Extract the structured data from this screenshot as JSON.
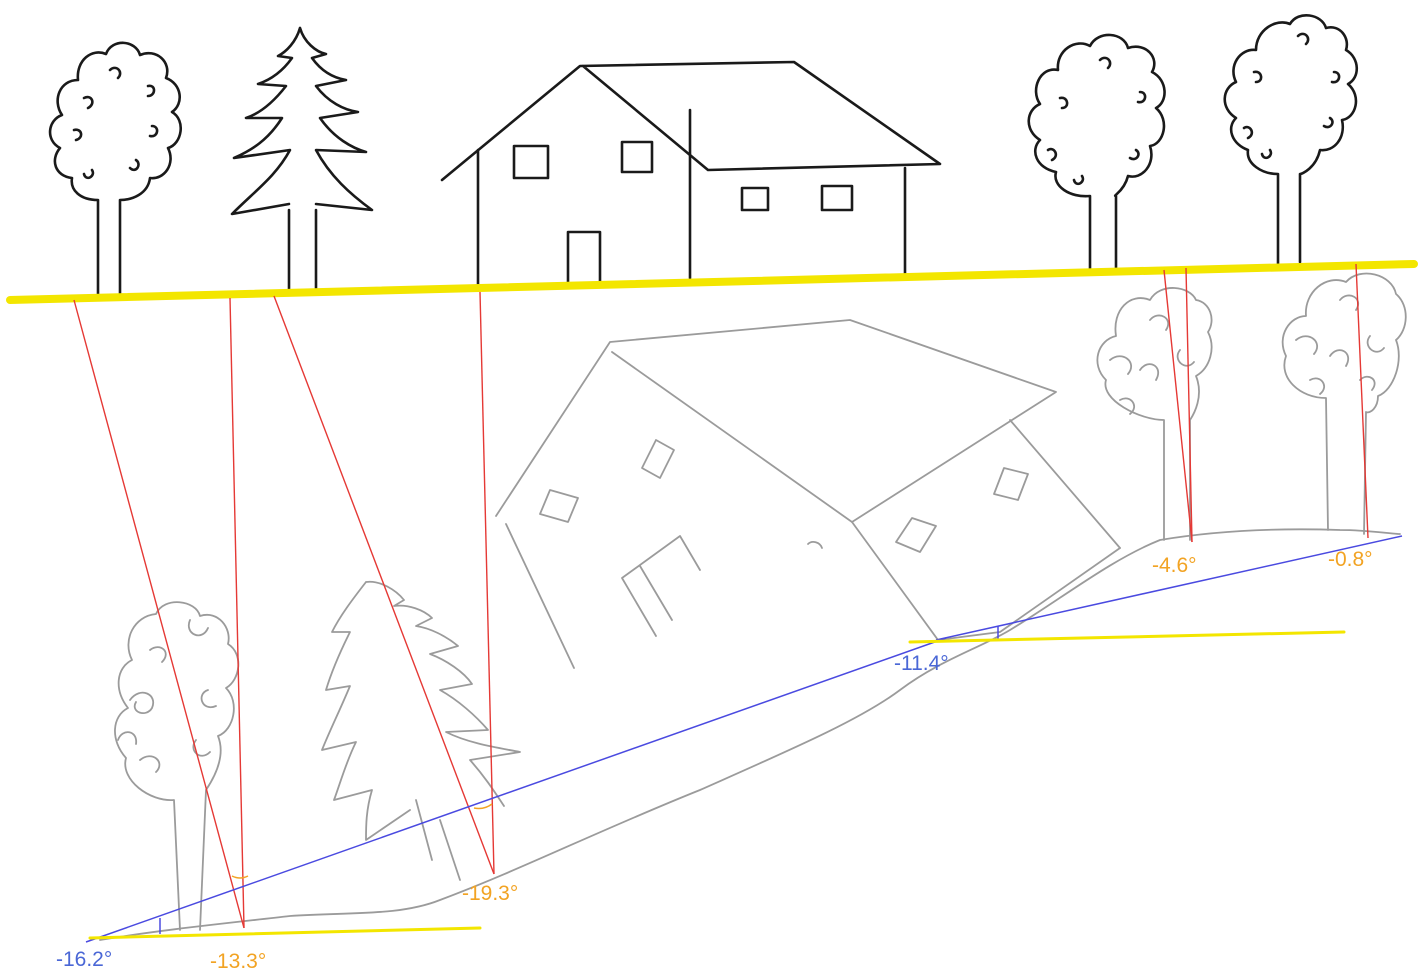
{
  "colors": {
    "ground_line": "#f3e600",
    "projection_lines": "#e53935",
    "slope_lines": "#4a4ae0",
    "object_angle_labels": "#f2a323",
    "slope_angle_labels": "#4a67d6"
  },
  "slope_angles": {
    "left": "-16.2°",
    "right": "-11.4°"
  },
  "object_angles": {
    "tree_left": "-13.3°",
    "fir": "-19.3°",
    "tree_right_1": "-4.6°",
    "tree_right_2": "-0.8°"
  }
}
